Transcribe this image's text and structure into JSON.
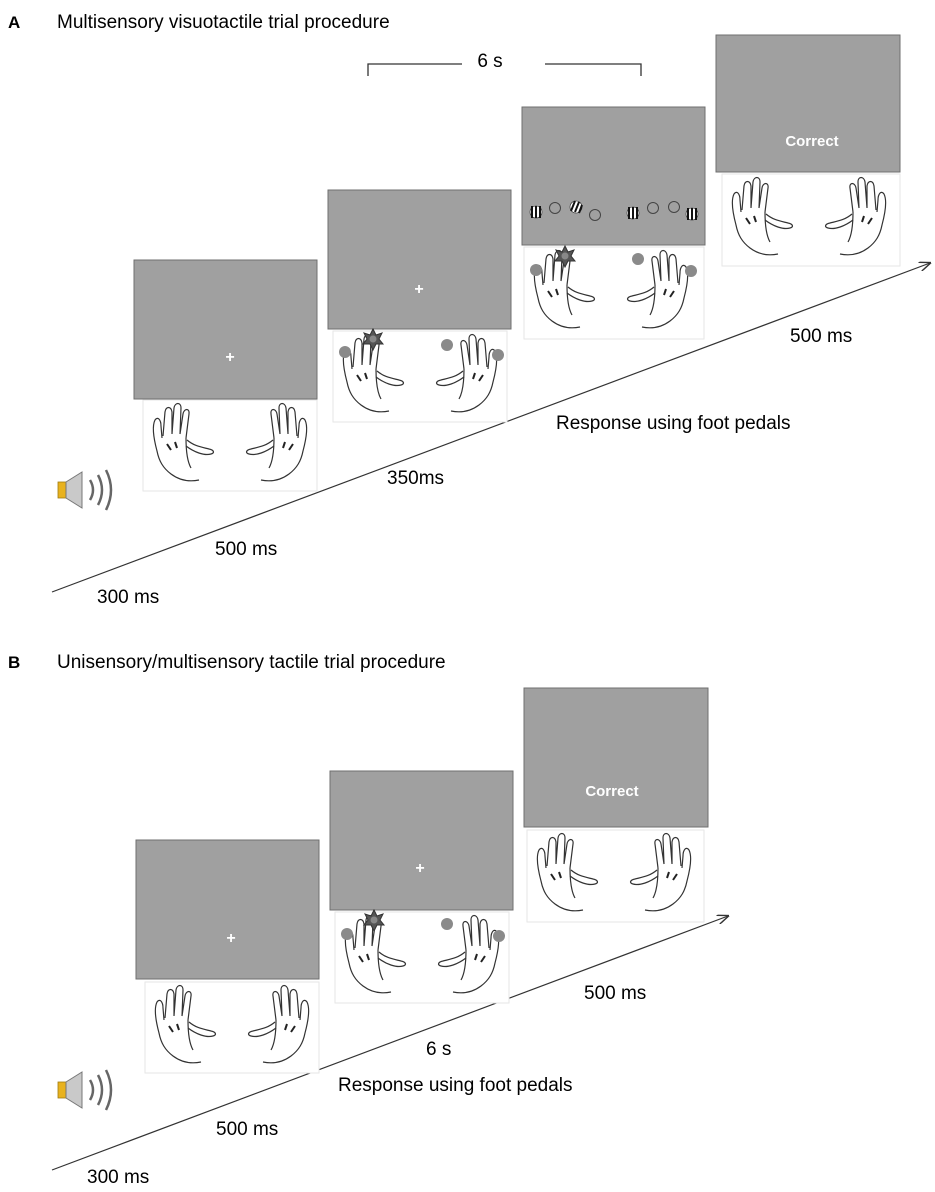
{
  "panel_a": {
    "letter": "A",
    "title": "Multisensory visuotactile trial procedure",
    "bracket_label": "6 s",
    "fixation_symbol": "+",
    "feedback": "Correct",
    "durations": [
      "300 ms",
      "500 ms",
      "350ms",
      "500 ms"
    ],
    "response_text": "Response using foot pedals"
  },
  "panel_b": {
    "letter": "B",
    "title": "Unisensory/multisensory tactile trial procedure",
    "fixation_symbol": "+",
    "feedback": "Correct",
    "durations": [
      "300 ms",
      "500 ms",
      "6 s",
      "500 ms"
    ],
    "response_text": "Response using foot pedals"
  },
  "colors": {
    "screen_gray": "#a0a0a0",
    "screen_border": "#6f6f6f",
    "stimulus_dark": "#555555",
    "marker_gray": "#8a8a8a",
    "speaker_yellow": "#e8b21e"
  },
  "icons": [
    "speaker-icon",
    "hands-icon",
    "vibration-star-icon",
    "tactile-marker-icon",
    "visual-distractor-icon"
  ]
}
